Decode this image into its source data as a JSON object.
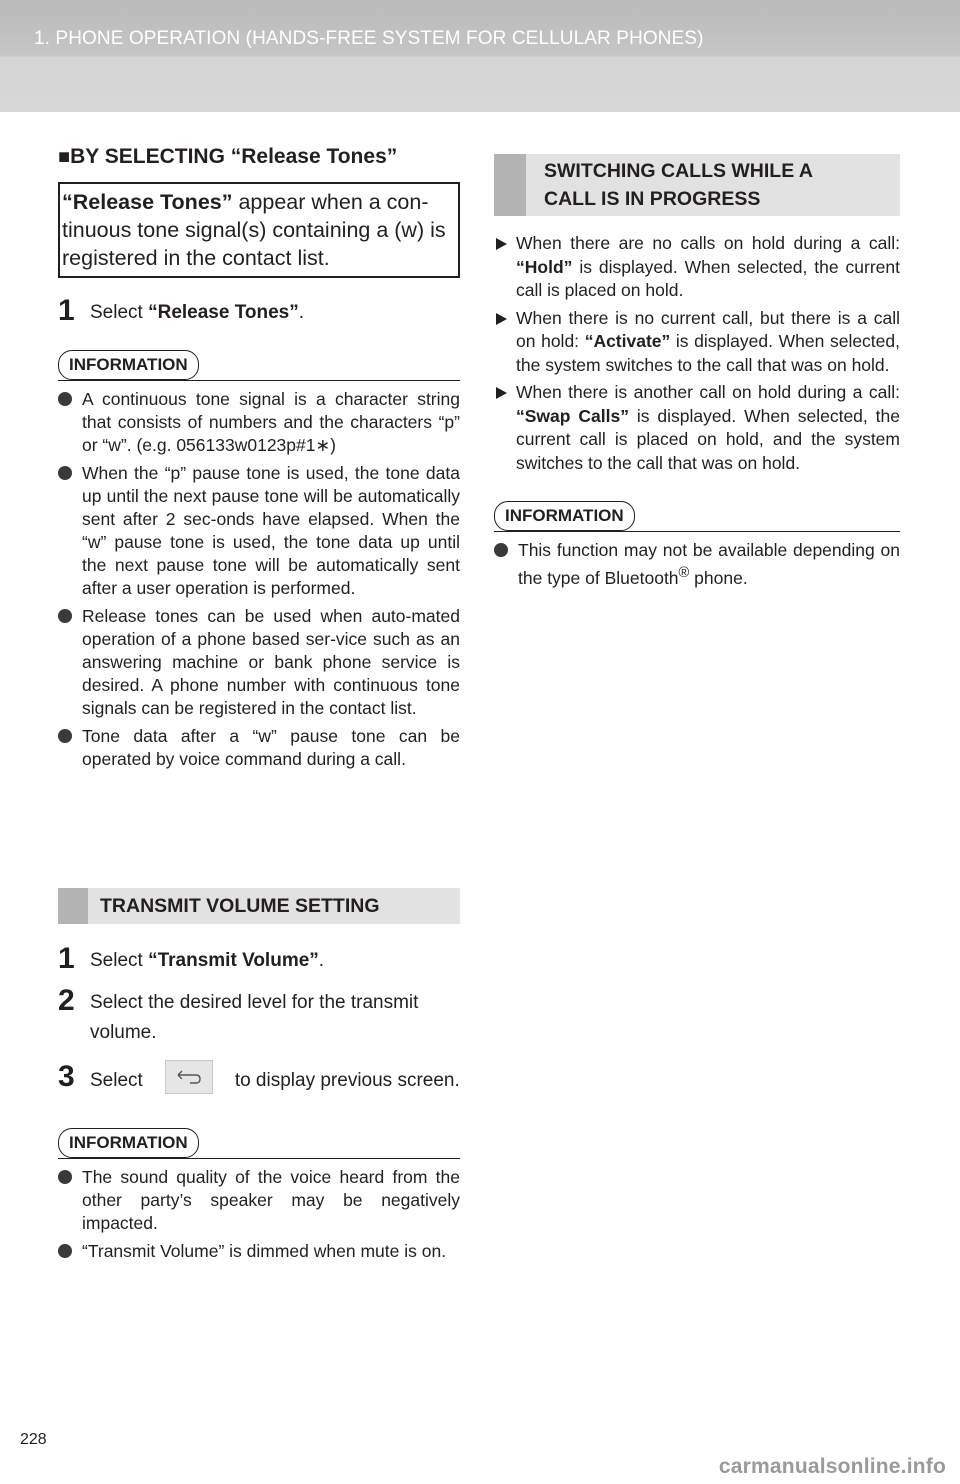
{
  "header": {
    "chapter_title": "1. PHONE OPERATION (HANDS-FREE SYSTEM FOR CELLULAR PHONES)"
  },
  "left": {
    "subheading": {
      "marker": "■",
      "text": "BY SELECTING “Release Tones”"
    },
    "note": {
      "bold": "“Release Tones”",
      "rest": " appear when a con-tinuous tone signal(s) containing a (w) is registered in the contact list."
    },
    "step1": {
      "num": "1",
      "pre": "Select ",
      "bold": "“Release Tones”",
      "post": "."
    },
    "info1": {
      "label": "INFORMATION",
      "items": [
        "A continuous tone signal is a character string that consists of numbers and the characters “p” or “w”. (e.g. 056133w0123p#1∗)",
        "When the “p” pause tone is used, the tone data up until the next pause tone will be automatically sent after 2 sec-onds have elapsed. When the “w” pause tone is used, the tone data up until the next pause tone will be automatically sent after a user operation is performed.",
        "Release tones can be used when auto-mated operation of a phone based ser-vice such as an answering machine or bank phone service is desired. A phone number with continuous tone signals can be registered in the contact list.",
        "Tone data after a “w” pause tone can be operated by voice command during a call."
      ]
    },
    "section_transmit": {
      "title": "TRANSMIT VOLUME SETTING"
    },
    "tv_step1": {
      "num": "1",
      "pre": "Select ",
      "bold": "“Transmit Volume”",
      "post": "."
    },
    "tv_step2": {
      "num": "2",
      "text": "Select the desired level for the transmit volume."
    },
    "tv_step3": {
      "num": "3",
      "pre": "Select",
      "post": "to display previous screen."
    },
    "back_icon": "return-arrow-icon",
    "info2": {
      "label": "INFORMATION",
      "items": [
        "The sound quality of the voice heard from the other party’s speaker may be negatively impacted.",
        "“Transmit Volume” is dimmed when mute is on."
      ]
    }
  },
  "right": {
    "section_switch": {
      "line1": "SWITCHING CALLS WHILE A",
      "line2": "CALL IS IN PROGRESS"
    },
    "bullets": [
      {
        "pre": "When there are no calls on hold during a call: ",
        "bold": "“Hold”",
        "post": " is displayed. When selected, the current call is placed on hold."
      },
      {
        "pre": "When there is no current call, but there is a call on hold: ",
        "bold": "“Activate”",
        "post": " is displayed. When selected, the system switches to the call that was on hold."
      },
      {
        "pre": "When there is another call on hold during a call: ",
        "bold": "“Swap Calls”",
        "post": " is displayed. When selected, the current call is placed on hold, and the system switches to the call that was on hold."
      }
    ],
    "info3": {
      "label": "INFORMATION",
      "text_pre": "This function may not be available depending on the type of Bluetooth",
      "sup": "®",
      "text_post": " phone."
    }
  },
  "footer": {
    "page_number": "228",
    "watermark": "carmanualsonline.info"
  }
}
